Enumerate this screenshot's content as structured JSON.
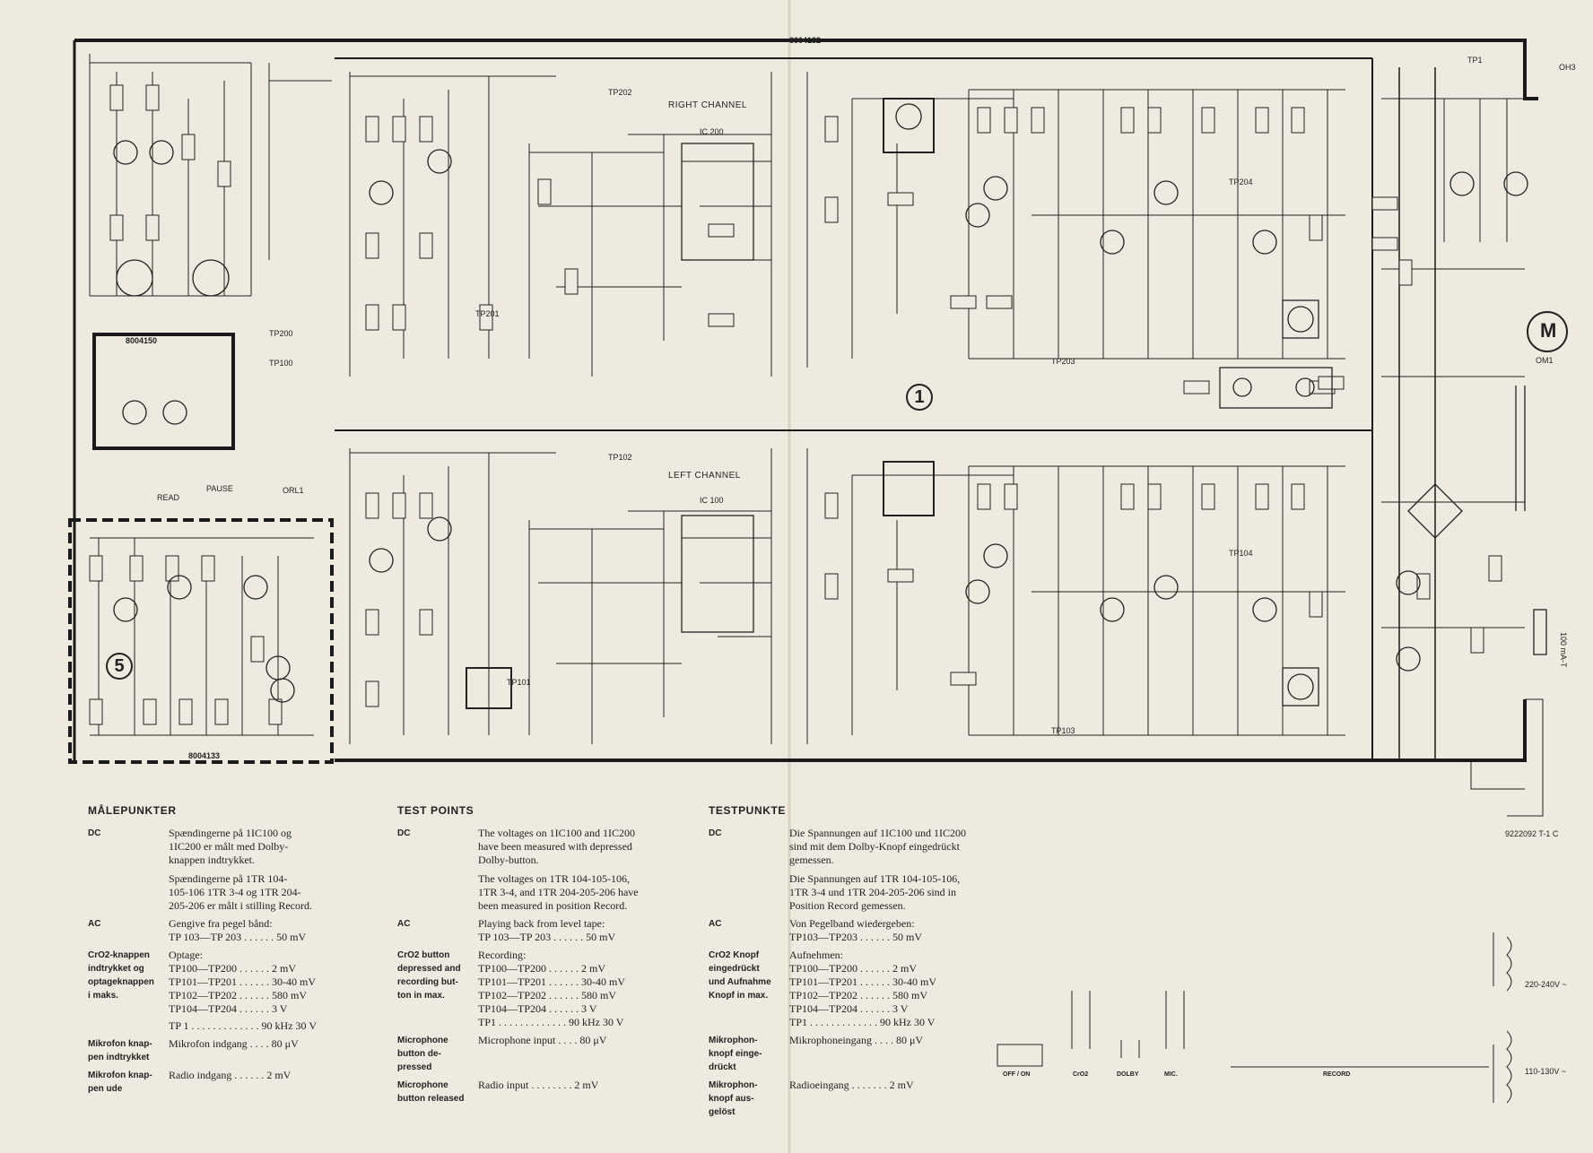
{
  "schematic": {
    "top_code": "8004132",
    "bottom_code_1": "8004133",
    "mid_code": "8004150",
    "right_channel": "RIGHT CHANNEL",
    "left_channel": "LEFT CHANNEL",
    "ic_right": "IC 200",
    "ic_left": "IC 100",
    "block1": "1",
    "block5": "5",
    "motor": "M",
    "motor_ref": "OM1",
    "read": "READ",
    "pause": "PAUSE",
    "orl1": "ORL1",
    "tp": [
      "TP200",
      "TP100",
      "TP201",
      "TP202",
      "TP203",
      "TP101",
      "TP102",
      "TP103",
      "TP104",
      "TP204",
      "TP1"
    ],
    "fuse": "100 mA-T",
    "oh3": "OH3",
    "doc_ref": "9222092 T-1 C"
  },
  "danish": {
    "title": "MÅLEPUNKTER",
    "dc_key": "DC",
    "dc_lines": [
      "Spændingerne på 1IC100 og",
      "1IC200 er målt med Dolby-",
      "knappen indtrykket."
    ],
    "dc_lines2": [
      "Spændingerne på 1TR 104-",
      "105-106 1TR 3-4 og 1TR 204-",
      "205-206 er målt i stilling Record."
    ],
    "ac_key": "AC",
    "ac_lines": [
      "Gengive fra pegel bånd:",
      "TP 103—TP 203 . . . . . . 50 mV"
    ],
    "cro2_key": [
      "CrO2-knappen",
      "indtrykket og",
      "optageknappen",
      "i maks."
    ],
    "cro2_lines": [
      "Optage:",
      "TP100—TP200 . . . . . . 2 mV",
      "TP101—TP201 . . . . . . 30-40 mV",
      "TP102—TP202 . . . . . . 580 mV",
      "TP104—TP204 . . . . . . 3 V",
      "",
      "TP 1 . . . . . . . . . . . . . 90 kHz 30 V"
    ],
    "mic_key": [
      "Mikrofon knap-",
      "pen indtrykket"
    ],
    "mic_lines": [
      "Mikrofon indgang . . . . 80 μV"
    ],
    "radio_key": [
      "Mikrofon knap-",
      "pen ude"
    ],
    "radio_lines": [
      "Radio indgang . . . . . . 2 mV"
    ]
  },
  "english": {
    "title": "TEST POINTS",
    "dc_key": "DC",
    "dc_lines": [
      "The voltages on 1IC100 and 1IC200",
      "have been measured with depressed",
      "Dolby-button."
    ],
    "dc_lines2": [
      "The voltages on 1TR 104-105-106,",
      "1TR 3-4, and 1TR 204-205-206 have",
      "been measured in position Record."
    ],
    "ac_key": "AC",
    "ac_lines": [
      "Playing back from level tape:",
      "TP 103—TP 203 . . . . . . 50 mV"
    ],
    "cro2_key": [
      "CrO2 button",
      "depressed and",
      "recording but-",
      "ton in max."
    ],
    "cro2_lines": [
      "Recording:",
      "TP100—TP200 . . . . . . 2 mV",
      "TP101—TP201 . . . . . . 30-40 mV",
      "TP102—TP202 . . . . . . 580 mV",
      "TP104—TP204 . . . . . . 3 V",
      "TP1 . . . . . . . . . . . . . 90 kHz 30 V"
    ],
    "mic_key": [
      "Microphone",
      "button de-",
      "pressed"
    ],
    "mic_lines": [
      "Microphone input . . . . 80 μV"
    ],
    "radio_key": [
      "Microphone",
      "button released"
    ],
    "radio_lines": [
      "Radio input . . . . . . . . 2 mV"
    ]
  },
  "german": {
    "title": "TESTPUNKTE",
    "dc_key": "DC",
    "dc_lines": [
      "Die Spannungen auf 1IC100 und 1IC200",
      "sind mit dem Dolby-Knopf eingedrückt",
      "gemessen."
    ],
    "dc_lines2": [
      "Die Spannungen auf 1TR 104-105-106,",
      "1TR 3-4 und 1TR 204-205-206 sind in",
      "Position Record gemessen."
    ],
    "ac_key": "AC",
    "ac_lines": [
      "Von Pegelband wiedergeben:",
      "TP103—TP203 . . . . . . 50 mV"
    ],
    "cro2_key": [
      "CrO2 Knopf",
      "eingedrückt",
      "und Aufnahme",
      "Knopf in max."
    ],
    "cro2_lines": [
      "Aufnehmen:",
      "TP100—TP200 . . . . . . 2 mV",
      "TP101—TP201 . . . . . . 30-40 mV",
      "TP102—TP202 . . . . . . 580 mV",
      "TP104—TP204 . . . . . . 3 V",
      "TP1 . . . . . . . . . . . . . 90 kHz 30 V"
    ],
    "mic_key": [
      "Mikrophon-",
      "knopf einge-",
      "drückt"
    ],
    "mic_lines": [
      "Mikrophoneingang . . . . 80 μV"
    ],
    "radio_key": [
      "Mikrophon-",
      "knopf aus-",
      "gelöst"
    ],
    "radio_lines": [
      "Radioeingang . . . . . . . 2 mV"
    ]
  },
  "switches": {
    "off_on": "OFF / ON",
    "cro2": "CrO2",
    "dolby": "DOLBY",
    "mic": "MIC.",
    "record": "RECORD"
  },
  "mains": {
    "v220": "220-240V ~",
    "v110": "110-130V ~"
  }
}
